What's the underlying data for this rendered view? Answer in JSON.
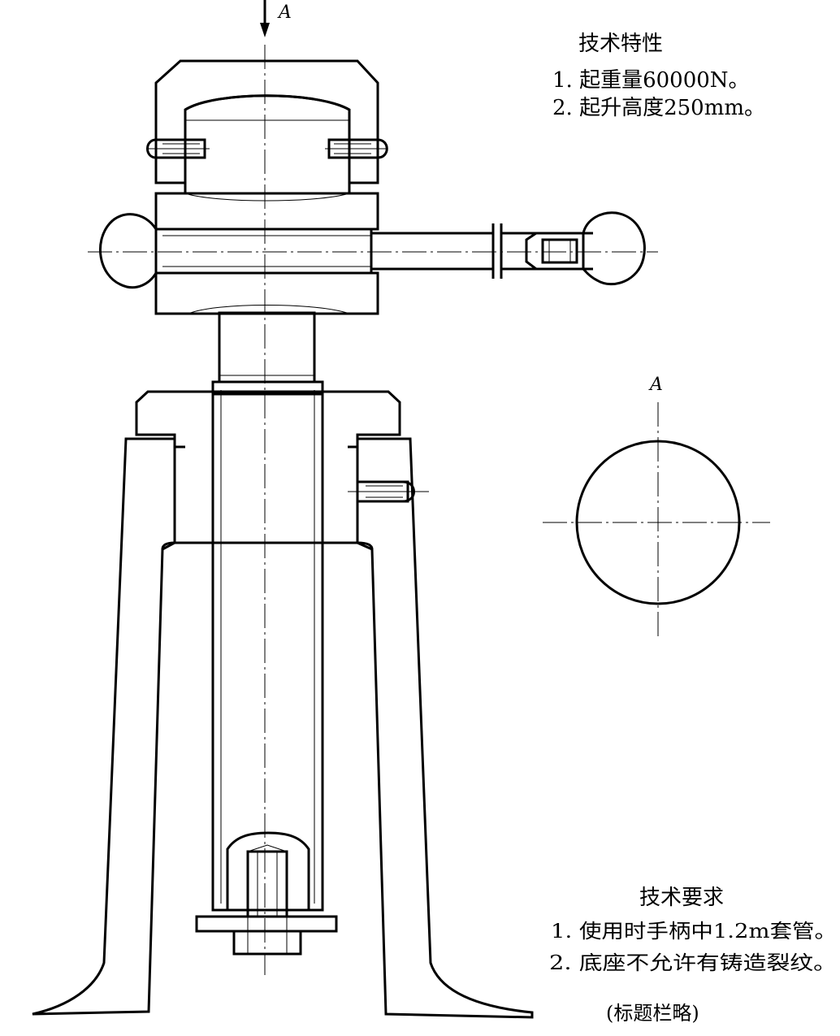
{
  "drawing": {
    "view_label_top": "A",
    "section_label": "A",
    "spec_title": "技术特性",
    "spec_items": [
      "1. 起重量60000N。",
      "2. 起升高度250mm。"
    ],
    "req_title": "技术要求",
    "req_items": [
      "1. 使用时手柄中1.2m套管。",
      "2. 底座不允许有铸造裂纹。"
    ],
    "title_block_note": "(标题栏略)",
    "colors": {
      "ink": "#000000",
      "paper": "#ffffff"
    }
  }
}
